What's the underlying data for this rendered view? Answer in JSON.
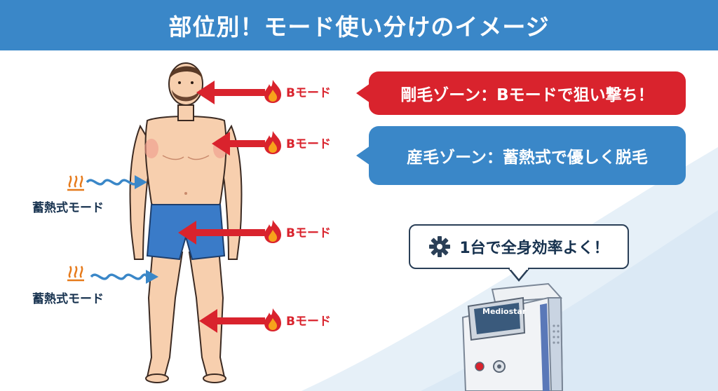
{
  "title": "部位別！モード使い分けのイメージ",
  "b_mode_label": "Bモード",
  "heat_mode_label": "蓄熱式モード",
  "callouts": {
    "coarse": "剛毛ゾーン：Bモードで狙い撃ち！",
    "fine": "産毛ゾーン：蓄熱式で優しく脱毛"
  },
  "bubble": {
    "icon": "gear-icon",
    "text": "1台で全身効率よく！"
  },
  "machine": {
    "brand": "Mediostar"
  },
  "colors": {
    "header": "#3a87c8",
    "b_mode": "#d9232d",
    "heat_mode": "#3a87c8",
    "text_dark": "#17324f"
  }
}
